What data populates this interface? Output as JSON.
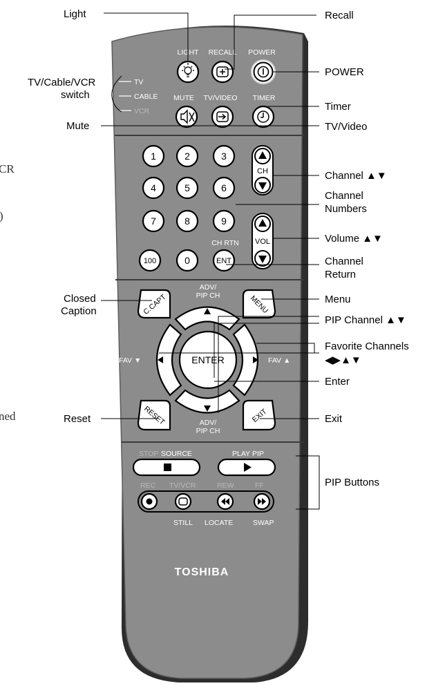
{
  "callouts": {
    "light": "Light",
    "recall": "Recall",
    "tvcablevcr_line1": "TV/Cable/VCR",
    "tvcablevcr_line2": "switch",
    "power": "POWER",
    "mute": "Mute",
    "timer": "Timer",
    "tvvideo": "TV/Video",
    "channel": "Channel ▲▼",
    "channel_numbers_line1": "Channel",
    "channel_numbers_line2": "Numbers",
    "volume": "Volume ▲▼",
    "channel_return_line1": "Channel",
    "channel_return_line2": "Return",
    "closed_caption_line1": "Closed",
    "closed_caption_line2": "Caption",
    "menu": "Menu",
    "pip_channel": "PIP Channel ▲▼",
    "favorite_channels_line1": "Favorite Channels",
    "favorite_channels_line2": "◀▶▲▼",
    "enter": "Enter",
    "reset": "Reset",
    "exit": "Exit",
    "pip_buttons": "PIP Buttons"
  },
  "remote": {
    "top_labels": {
      "light": "LIGHT",
      "recall": "RECALL",
      "power": "POWER"
    },
    "mid_labels": {
      "mute": "MUTE",
      "tvvideo": "TV/VIDEO",
      "timer": "TIMER"
    },
    "switch_labels": {
      "tv": "TV",
      "cable": "CABLE",
      "vcr": "VCR"
    },
    "numbers": [
      "1",
      "2",
      "3",
      "4",
      "5",
      "6",
      "7",
      "8",
      "9",
      "100",
      "0",
      "ENT"
    ],
    "ch_label": "CH",
    "vol_label": "VOL",
    "ch_rtn_label": "CH RTN",
    "ccapt_label": "C.CAPT",
    "menu_label": "MENU",
    "reset_label": "RESET",
    "exit_label": "EXIT",
    "enter_label": "ENTER",
    "adv_pip_top_1": "ADV/",
    "adv_pip_top_2": "PIP CH",
    "adv_pip_bottom_1": "ADV/",
    "adv_pip_bottom_2": "PIP CH",
    "fav_left": "FAV ▼",
    "fav_right": "FAV ▲",
    "stop_label": "STOP",
    "source_label": "SOURCE",
    "play_label": "PLAY",
    "pip_label": "PIP",
    "rec_label": "REC",
    "tvvcr_label": "TV/VCR",
    "rew_label": "REW",
    "ff_label": "FF",
    "still_label": "STILL",
    "locate_label": "LOCATE",
    "swap_label": "SWAP",
    "brand": "TOSHIBA"
  },
  "page_fragments": {
    "cr": "CR",
    "paren": ")",
    "ned": "ned"
  },
  "colors": {
    "remote_body": "#8c8c8c",
    "remote_shadow": "#2d2d2d",
    "remote_edge": "#5c5c5c",
    "button_fill": "#ffffff",
    "divider": "#3a3a3a"
  }
}
